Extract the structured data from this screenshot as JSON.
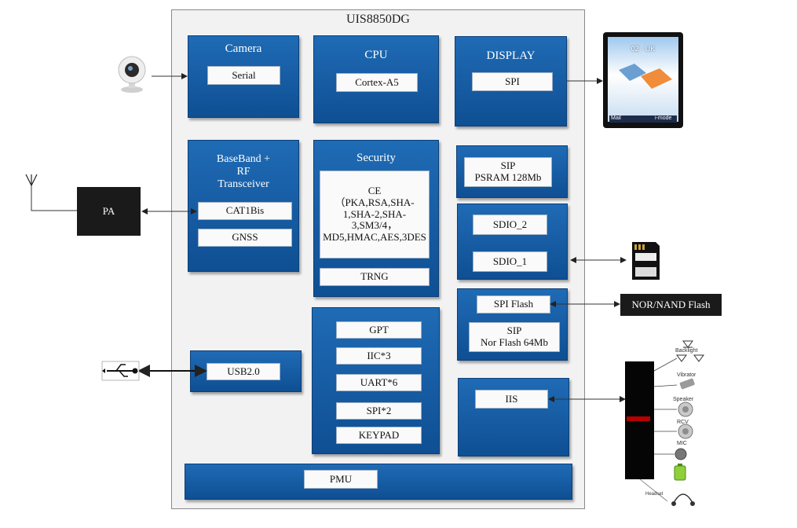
{
  "chip_title": "UIS8850DG",
  "blocks": {
    "camera": {
      "title": "Camera",
      "items": [
        "Serial"
      ]
    },
    "cpu": {
      "title": "CPU",
      "items": [
        "Cortex-A5"
      ]
    },
    "display": {
      "title": "DISPLAY",
      "items": [
        "SPI"
      ]
    },
    "baseband": {
      "title": "BaseBand +\nRF\nTransceiver",
      "items": [
        "CAT1Bis",
        "GNSS"
      ]
    },
    "security": {
      "title": "Security",
      "ce": "CE\n（PKA,RSA,SHA-1,SHA-2,SHA-3,SM3/4，MD5,HMAC,AES,3DES",
      "trng": "TRNG"
    },
    "sip_psram": {
      "text": "SIP\nPSRAM 128Mb"
    },
    "sdio": {
      "items": [
        "SDIO_2",
        "SDIO_1"
      ]
    },
    "flash": {
      "items": [
        "SPI Flash",
        "SIP\nNor Flash 64Mb"
      ]
    },
    "usb": {
      "items": [
        "USB2.0"
      ]
    },
    "periph": {
      "items": [
        "GPT",
        "IIC*3",
        "UART*6",
        "SPI*2",
        "KEYPAD"
      ]
    },
    "iis": {
      "items": [
        "IIS"
      ]
    },
    "pmu": {
      "items": [
        "PMU"
      ]
    }
  },
  "external": {
    "pa": "PA",
    "nor_nand": "NOR/NAND Flash"
  },
  "phone_screen": {
    "carrier": "02 · UK",
    "left_btn": "Mail",
    "right_btn": "i-mode"
  },
  "audio_labels": {
    "backlight": "Backlight",
    "vibrator": "Vibrator",
    "speaker": "Speaker",
    "rcv": "RCV",
    "mic": "MIC",
    "headset": "Headset"
  },
  "colors": {
    "block_blue": "#1a5fa8",
    "sub_fill": "#fafafa",
    "chip_fill": "#f2f2f2"
  }
}
